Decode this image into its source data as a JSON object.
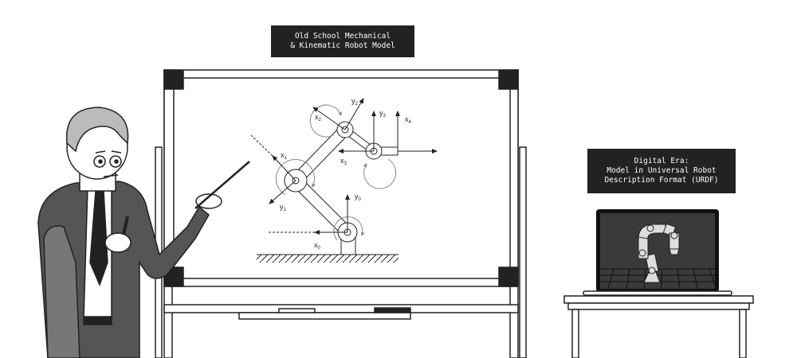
{
  "labels": {
    "whiteboard_caption": [
      "Old School Mechanical",
      "& Kinematic Robot Model"
    ],
    "laptop_caption": [
      "Digital Era:",
      "Model in Universal Robot",
      "Description Format (URDF)"
    ]
  },
  "diagram_axes": {
    "x0": {
      "base": "x",
      "sub": "0"
    },
    "y0": {
      "base": "y",
      "sub": "0"
    },
    "x1": {
      "base": "x",
      "sub": "1"
    },
    "y1": {
      "base": "y",
      "sub": "1"
    },
    "x2": {
      "base": "x",
      "sub": "2"
    },
    "y2": {
      "base": "y",
      "sub": "2"
    },
    "x3": {
      "base": "x",
      "sub": "3"
    },
    "y3": {
      "base": "y",
      "sub": "3"
    },
    "x4": {
      "base": "x",
      "sub": "4"
    }
  },
  "colors": {
    "ink": "#222222",
    "label_bg": "#222222",
    "screen": "#3a3a3a",
    "suit": "#555555"
  }
}
